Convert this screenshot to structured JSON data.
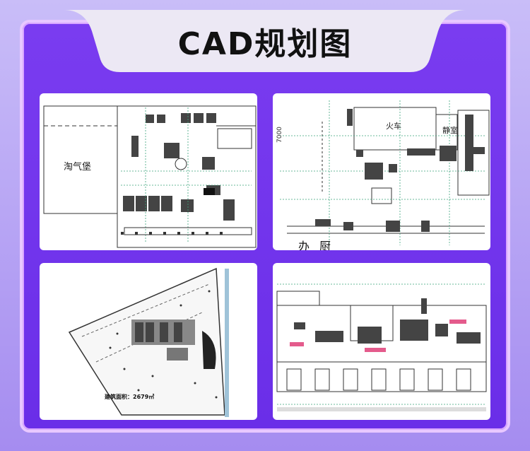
{
  "header": {
    "title": "CAD规划图"
  },
  "colors": {
    "frame": "#6a2ee8",
    "border": "#e8c8ff",
    "tab": "#ece8f4",
    "plan_line": "#333333",
    "plan_accent": "#3aa37a"
  },
  "plans": [
    {
      "labels": [
        "淘气堡"
      ]
    },
    {
      "labels": [
        "7000",
        "火车",
        "静室",
        "办",
        "厨"
      ]
    },
    {
      "labels": [
        "建筑面积：2679㎡"
      ]
    },
    {
      "labels": []
    }
  ]
}
